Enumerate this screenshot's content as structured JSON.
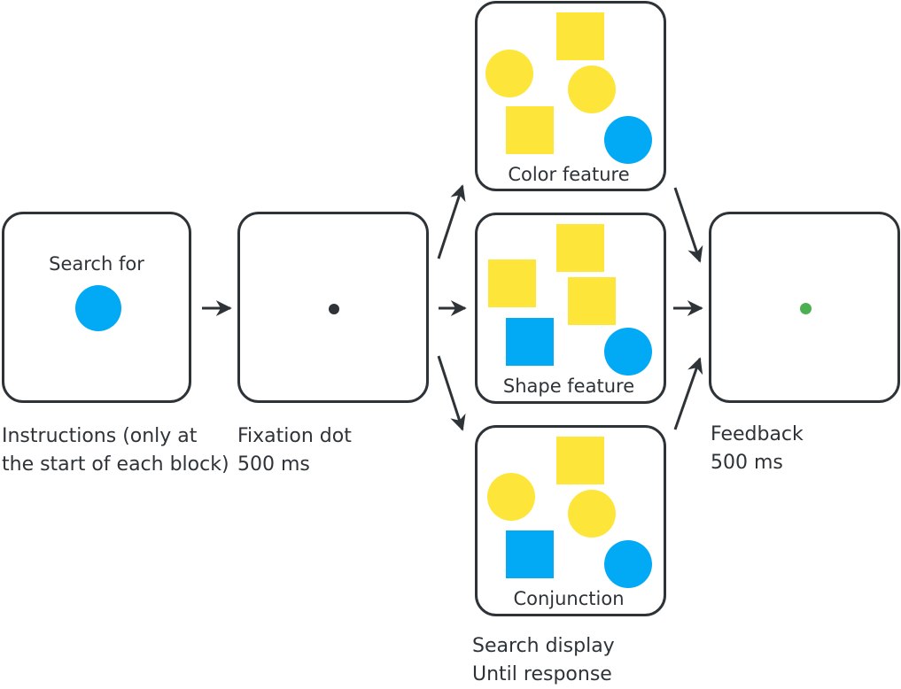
{
  "colors": {
    "outline": "#2e3338",
    "target_blue": "#02a9f4",
    "distractor_yellow": "#fde53a",
    "fixation_dot": "#2e3338",
    "feedback_green": "#4caf50"
  },
  "instructions": {
    "prompt": "Search for",
    "caption_line1": "Instructions (only at",
    "caption_line2": "the start of each block)"
  },
  "fixation": {
    "caption_line1": "Fixation dot",
    "caption_line2": "500 ms"
  },
  "search": {
    "conditions": [
      "Color feature",
      "Shape feature",
      "Conjunction"
    ],
    "caption_line1": "Search display",
    "caption_line2": "Until response"
  },
  "feedback": {
    "caption_line1": "Feedback",
    "caption_line2": "500 ms"
  }
}
